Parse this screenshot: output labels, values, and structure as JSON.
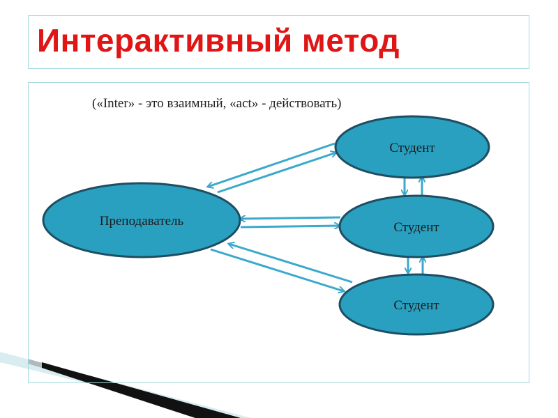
{
  "slide": {
    "title": "Интерактивный метод",
    "subtitle": "(«Inter» - это взаимный, «act» - действовать)"
  },
  "diagram": {
    "teacher": {
      "label": "Преподаватель"
    },
    "students": [
      {
        "label": "Студент"
      },
      {
        "label": "Студент"
      },
      {
        "label": "Студент"
      }
    ]
  },
  "colors": {
    "title": "#e01515",
    "node_fill": "#2aa0c0",
    "node_stroke": "#1e4e62",
    "arrow": "#3aa9cc",
    "border": "#9fd8dc"
  }
}
